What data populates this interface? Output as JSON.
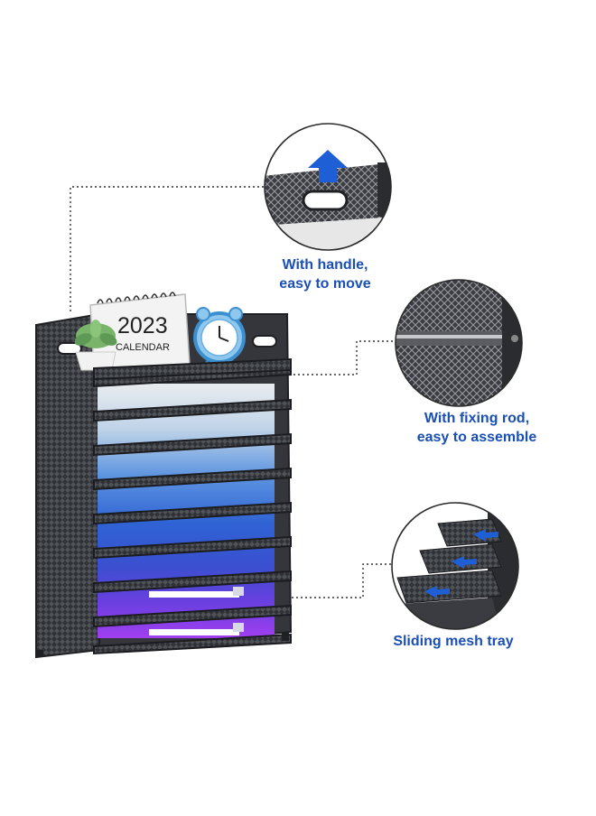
{
  "calendar": {
    "year": "2023",
    "label": "CALENDAR"
  },
  "features": [
    {
      "line1": "With handle,",
      "line2": "easy to move",
      "icon": "up-arrow-icon"
    },
    {
      "line1": "With fixing rod,",
      "line2": "easy to assemble",
      "icon": "fixing-rod-icon"
    },
    {
      "line1": "Sliding mesh tray",
      "icon": "slide-arrow-icon"
    }
  ],
  "colors": {
    "caption": "#1a4fb5",
    "arrow": "#1f5fd6",
    "mesh_metal": "#2b2d31",
    "leader_line": "#333333"
  }
}
